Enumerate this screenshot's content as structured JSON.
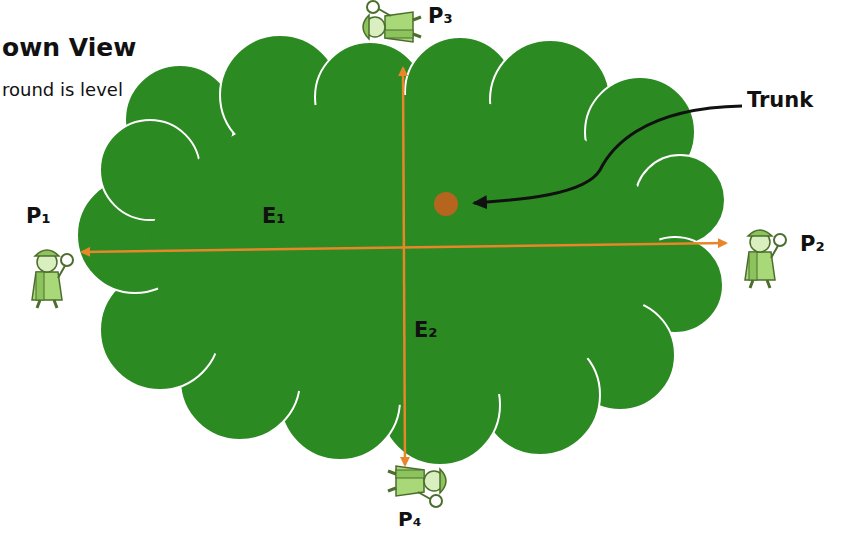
{
  "diagram": {
    "title": "own View",
    "labels": [
      "round is level",
      "P₁",
      "P₂",
      "P₃",
      "P₄",
      "E₁",
      "E₂",
      "Trunk"
    ]
  }
}
